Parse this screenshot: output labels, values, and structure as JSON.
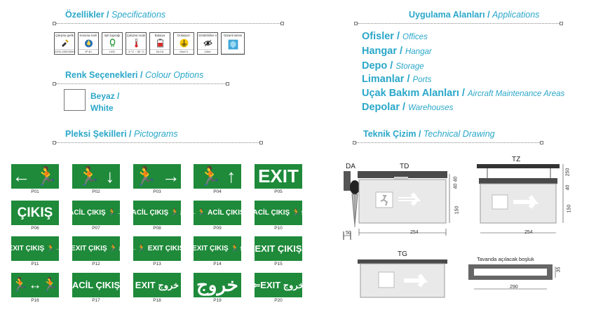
{
  "specifications": {
    "title": "Özellikler /",
    "title_en": "Specifications",
    "items": [
      {
        "label": "Çalışma gerilimi",
        "value": "220V-230V/50Hz",
        "icon": "plug-icon"
      },
      {
        "label": "Koruma sınıfı",
        "value": "IP 40",
        "icon": "ip-drop-icon"
      },
      {
        "label": "Işık kaynağı",
        "value": "LED",
        "icon": "led-icon"
      },
      {
        "label": "Çalışma sıcaklığı",
        "value": "-5 °C ~ 50 °C",
        "icon": "thermometer-icon"
      },
      {
        "label": "Batarya",
        "value": "Ni-Cd",
        "icon": "battery-icon"
      },
      {
        "label": "İzolasyon",
        "value": "Sınıf II",
        "icon": "insulation-icon"
      },
      {
        "label": "Görülebilme mesafesi",
        "value": "24mt",
        "icon": "eye-icon"
      },
      {
        "label": "Garanti süresi",
        "value": "",
        "icon": "warranty-icon"
      }
    ]
  },
  "colours": {
    "title": "Renk Seçenekleri /",
    "title_en": "Colour Options",
    "option_tr": "Beyaz /",
    "option_en": "White"
  },
  "applications": {
    "title": "Uygulama Alanları /",
    "title_en": "Applications",
    "items": [
      {
        "tr": "Ofisler /",
        "en": "Offices"
      },
      {
        "tr": "Hangar /",
        "en": "Hangar"
      },
      {
        "tr": "Depo /",
        "en": "Storage"
      },
      {
        "tr": "Limanlar /",
        "en": "Ports"
      },
      {
        "tr": "Uçak Bakım Alanları /",
        "en": "Aircraft Maintenance Areas"
      },
      {
        "tr": "Depolar /",
        "en": "Warehouses"
      }
    ]
  },
  "pictograms": {
    "title": "Pleksi Şekilleri /",
    "title_en": "Pictograms",
    "items": [
      {
        "code": "P01",
        "text": "← 🏃"
      },
      {
        "code": "P02",
        "text": "🏃 ↓"
      },
      {
        "code": "P03",
        "text": "🏃 →"
      },
      {
        "code": "P04",
        "text": "🏃 ↑"
      },
      {
        "code": "P05",
        "text": "EXIT"
      },
      {
        "code": "P06",
        "text": "ÇIKIŞ"
      },
      {
        "code": "P07",
        "text": "ACİL ÇIKIŞ 🏃→"
      },
      {
        "code": "P08",
        "text": "ACİL ÇIKIŞ 🏃↓"
      },
      {
        "code": "P09",
        "text": "←🏃 ACİL ÇIKIŞ"
      },
      {
        "code": "P10",
        "text": "ACİL ÇIKIŞ 🏃↑"
      },
      {
        "code": "P11",
        "text": "EXIT ÇIKIŞ 🏃→"
      },
      {
        "code": "P12",
        "text": "EXIT ÇIKIŞ 🏃↓"
      },
      {
        "code": "P13",
        "text": "←🏃 EXIT ÇIKIŞ"
      },
      {
        "code": "P14",
        "text": "EXIT ÇIKIŞ 🏃↑"
      },
      {
        "code": "P15",
        "text": "EXIT ÇIKIŞ"
      },
      {
        "code": "P16",
        "text": "🏃↔🏃"
      },
      {
        "code": "P17",
        "text": "ACİL ÇIKIŞ"
      },
      {
        "code": "P18",
        "text": "EXIT خروج"
      },
      {
        "code": "P19",
        "text": "خروج"
      },
      {
        "code": "P20",
        "text": "⇐EXIT خروج"
      }
    ]
  },
  "drawing": {
    "title": "Teknik Çizim /",
    "title_en": "Technical Drawing",
    "labels": {
      "da": "DA",
      "td": "TD",
      "tz": "TZ",
      "tg": "TG",
      "ceiling": "Tavanda açılacak boşluk"
    },
    "dims": {
      "d50": "50",
      "d254a": "254",
      "d254b": "254",
      "d150a": "150",
      "d40a": "40",
      "d40b": "40",
      "d150b": "150",
      "d40c": "40",
      "d250": "250",
      "d290": "290",
      "d35": "35"
    }
  },
  "colors": {
    "accent": "#2aa7c9",
    "sign_green": "#1e8a3a"
  }
}
